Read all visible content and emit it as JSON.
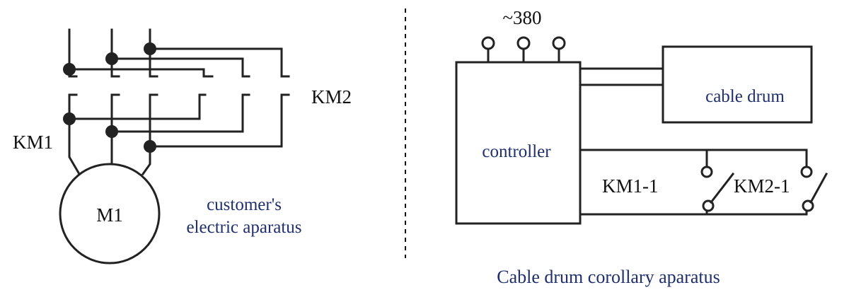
{
  "left_circuit": {
    "motor_label": "M1",
    "contactor_1": "KM1",
    "contactor_2": "KM2",
    "caption_line1": "customer's",
    "caption_line2": "electric aparatus"
  },
  "right_circuit": {
    "supply_label": "~380",
    "controller_label": "controller",
    "drum_label": "cable drum",
    "switch_1": "KM1-1",
    "switch_2": "KM2-1",
    "caption": "Cable drum corollary aparatus"
  },
  "colors": {
    "wire": "#222222",
    "label_blue": "#1f2f6e"
  }
}
